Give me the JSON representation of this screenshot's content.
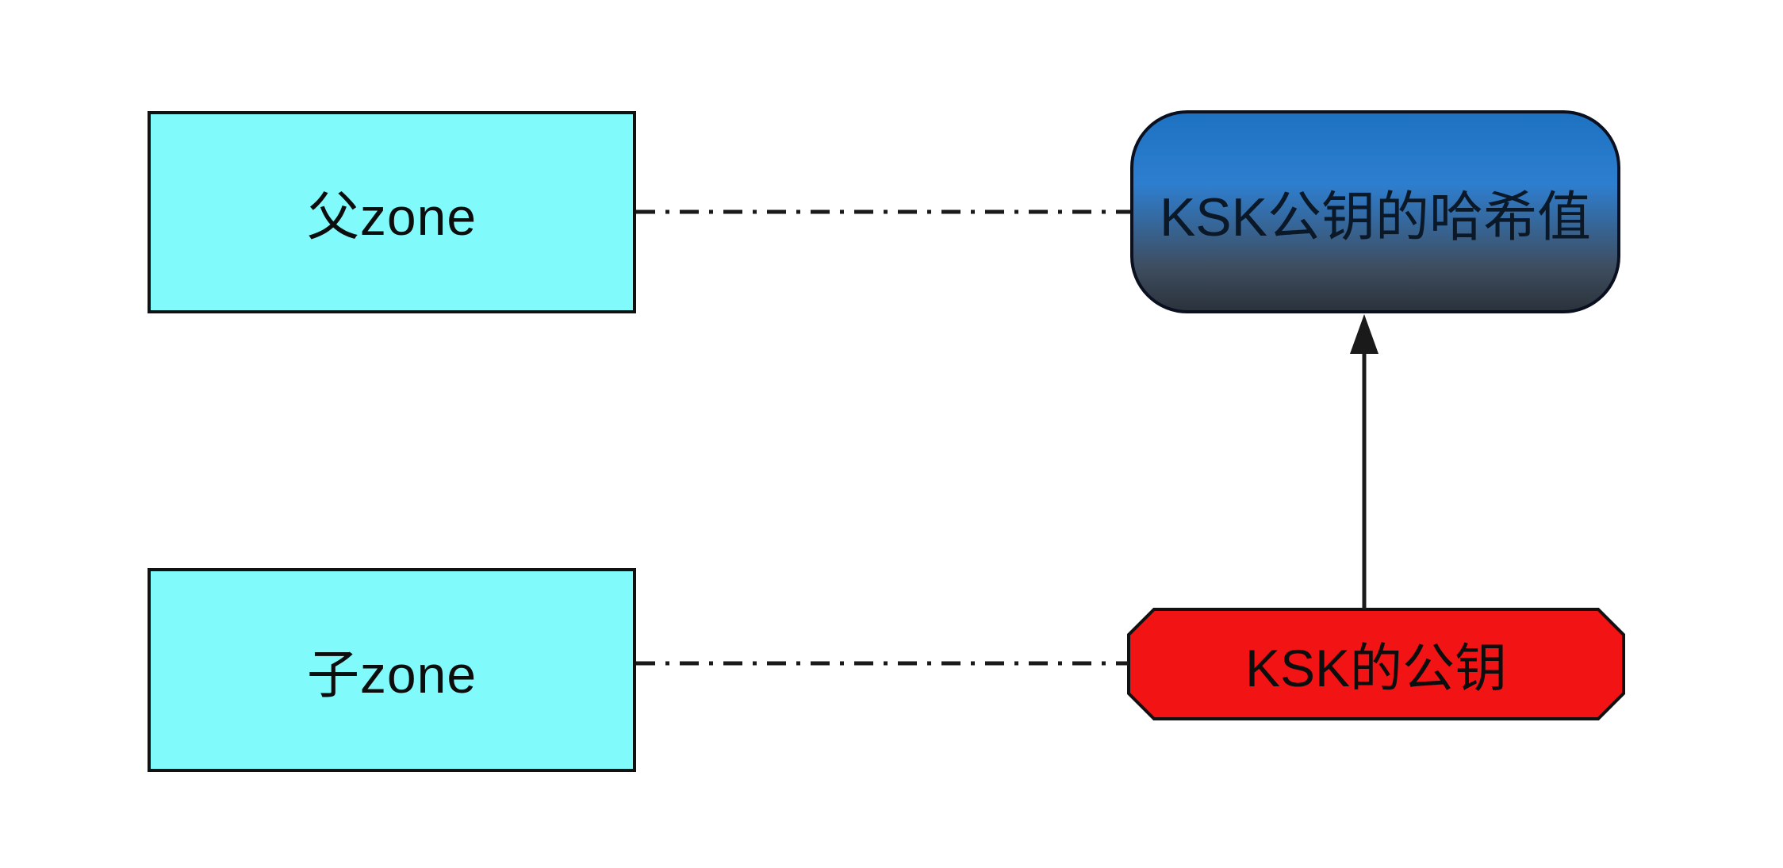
{
  "diagram": {
    "title": "DNSSEC KSK delegation diagram",
    "background_color": "#ffffff",
    "nodes": {
      "parent_zone": {
        "label": "父zone",
        "shape": "rectangle",
        "fill": "#80fafa",
        "border_color": "#111111"
      },
      "child_zone": {
        "label": "子zone",
        "shape": "rectangle",
        "fill": "#80fafa",
        "border_color": "#111111"
      },
      "ksk_hash": {
        "label": "KSK公钥的哈希值",
        "shape": "rounded-blob",
        "fill_gradient_top": "#1d72c1",
        "fill_gradient_mid": "#2e7ecf",
        "fill_gradient_bottom": "#2b333c",
        "border_color": "#0a1020"
      },
      "ksk_public_key": {
        "label": "KSK的公钥",
        "shape": "octagon",
        "fill": "#f21414",
        "border_color": "#111111"
      }
    },
    "edges": [
      {
        "from": "parent_zone",
        "to": "ksk_hash",
        "style": "dash-dot",
        "arrow": false
      },
      {
        "from": "child_zone",
        "to": "ksk_public_key",
        "style": "dash-dot",
        "arrow": false
      },
      {
        "from": "ksk_public_key",
        "to": "ksk_hash",
        "style": "solid",
        "arrow": true
      }
    ],
    "edge_color": "#1a1a1a"
  }
}
